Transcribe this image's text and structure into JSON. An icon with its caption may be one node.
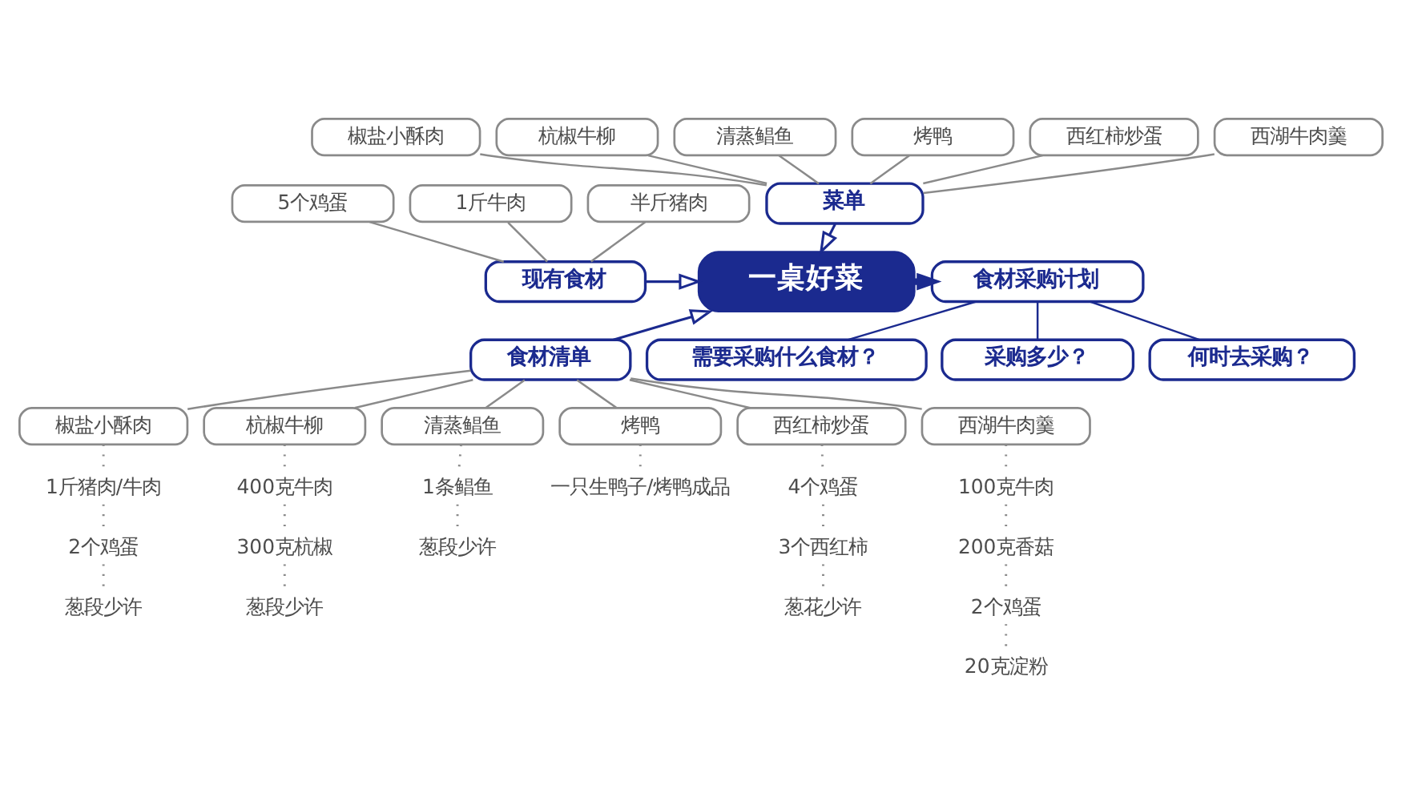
{
  "diagram": {
    "nodes": [
      {
        "text": [
          "椒盐小酥肉"
        ]
      },
      {
        "text": [
          "杭椒牛柳"
        ]
      },
      {
        "text": [
          "清蒸鲳鱼"
        ]
      },
      {
        "text": [
          "烤鸭"
        ]
      },
      {
        "text": [
          "西红柿炒蛋"
        ]
      },
      {
        "text": [
          "西湖牛肉羹"
        ]
      },
      {
        "text": [
          "菜单"
        ]
      },
      {
        "text": [
          "5个鸡蛋"
        ]
      },
      {
        "text": [
          "1斤牛肉"
        ]
      },
      {
        "text": [
          "半斤猪肉"
        ]
      },
      {
        "text": [
          "现有食材"
        ]
      },
      {
        "text": [
          "一桌好菜"
        ]
      },
      {
        "text": [
          "食材采购计划"
        ]
      },
      {
        "text": [
          "需要采购什么食材？"
        ]
      },
      {
        "text": [
          "采购多少？"
        ]
      },
      {
        "text": [
          "何时去采购？"
        ]
      },
      {
        "text": [
          "食材清单"
        ]
      },
      {
        "text": [
          "椒盐小酥肉"
        ]
      },
      {
        "text": [
          "杭椒牛柳"
        ]
      },
      {
        "text": [
          "清蒸鲳鱼"
        ]
      },
      {
        "text": [
          "烤鸭"
        ]
      },
      {
        "text": [
          "西红柿炒蛋"
        ]
      },
      {
        "text": [
          "西湖牛肉羹"
        ]
      },
      {
        "text": [
          "1斤猪肉/牛肉"
        ]
      },
      {
        "text": [
          "2个鸡蛋"
        ]
      },
      {
        "text": [
          "葱段少许"
        ]
      },
      {
        "text": [
          "400克牛肉"
        ]
      },
      {
        "text": [
          "300克杭椒"
        ]
      },
      {
        "text": [
          "葱段少许"
        ]
      },
      {
        "text": [
          "1条鲳鱼"
        ]
      },
      {
        "text": [
          "葱段少许"
        ]
      },
      {
        "text": [
          "一只生鸭子/烤鸭成品"
        ]
      },
      {
        "text": [
          "4个鸡蛋"
        ]
      },
      {
        "text": [
          "3个西红柿"
        ]
      },
      {
        "text": [
          "葱花少许"
        ]
      },
      {
        "text": [
          "100克牛肉"
        ]
      },
      {
        "text": [
          "200克香菇"
        ]
      },
      {
        "text": [
          "2个鸡蛋"
        ]
      },
      {
        "text": [
          "20克淀粉"
        ]
      }
    ],
    "edges": [
      {
        "from": 0,
        "to": 6,
        "arrow": "none"
      },
      {
        "from": 1,
        "to": 6,
        "arrow": "none"
      },
      {
        "from": 2,
        "to": 6,
        "arrow": "none"
      },
      {
        "from": 3,
        "to": 6,
        "arrow": "none"
      },
      {
        "from": 4,
        "to": 6,
        "arrow": "none"
      },
      {
        "from": 5,
        "to": 6,
        "arrow": "none"
      },
      {
        "from": 6,
        "to": 11,
        "arrow": "to",
        "color": "#1b2a8f"
      },
      {
        "from": 7,
        "to": 10,
        "arrow": "none"
      },
      {
        "from": 8,
        "to": 10,
        "arrow": "none"
      },
      {
        "from": 9,
        "to": 10,
        "arrow": "none"
      },
      {
        "from": 10,
        "to": 11,
        "arrow": "to",
        "color": "#1b2a8f"
      },
      {
        "from": 11,
        "to": 12,
        "arrow": "to",
        "style": "thick",
        "color": "#1b2a8f"
      },
      {
        "from": 12,
        "to": 13,
        "arrow": "none",
        "color": "#1b2a8f"
      },
      {
        "from": 12,
        "to": 14,
        "arrow": "none",
        "color": "#1b2a8f"
      },
      {
        "from": 12,
        "to": 15,
        "arrow": "none",
        "color": "#1b2a8f"
      },
      {
        "from": 16,
        "to": 11,
        "arrow": "to",
        "color": "#1b2a8f"
      },
      {
        "from": 16,
        "to": 17,
        "arrow": "none"
      },
      {
        "from": 16,
        "to": 18,
        "arrow": "none"
      },
      {
        "from": 16,
        "to": 19,
        "arrow": "none"
      },
      {
        "from": 16,
        "to": 20,
        "arrow": "none"
      },
      {
        "from": 16,
        "to": 21,
        "arrow": "none"
      },
      {
        "from": 16,
        "to": 22,
        "arrow": "none"
      },
      {
        "from": 17,
        "to": 23,
        "arrow": "none",
        "style": "dashed"
      },
      {
        "from": 23,
        "to": 24,
        "arrow": "none",
        "style": "dashed"
      },
      {
        "from": 24,
        "to": 25,
        "arrow": "none",
        "style": "dashed"
      },
      {
        "from": 18,
        "to": 26,
        "arrow": "none",
        "style": "dashed"
      },
      {
        "from": 26,
        "to": 27,
        "arrow": "none",
        "style": "dashed"
      },
      {
        "from": 27,
        "to": 28,
        "arrow": "none",
        "style": "dashed"
      },
      {
        "from": 19,
        "to": 29,
        "arrow": "none",
        "style": "dashed"
      },
      {
        "from": 29,
        "to": 30,
        "arrow": "none",
        "style": "dashed"
      },
      {
        "from": 20,
        "to": 31,
        "arrow": "none",
        "style": "dashed"
      },
      {
        "from": 21,
        "to": 32,
        "arrow": "none",
        "style": "dashed"
      },
      {
        "from": 32,
        "to": 33,
        "arrow": "none",
        "style": "dashed"
      },
      {
        "from": 33,
        "to": 34,
        "arrow": "none",
        "style": "dashed"
      },
      {
        "from": 22,
        "to": 35,
        "arrow": "none",
        "style": "dashed"
      },
      {
        "from": 35,
        "to": 36,
        "arrow": "none",
        "style": "dashed"
      },
      {
        "from": 36,
        "to": 37,
        "arrow": "none",
        "style": "dashed"
      },
      {
        "from": 37,
        "to": 38,
        "arrow": "none",
        "style": "dashed"
      }
    ]
  }
}
